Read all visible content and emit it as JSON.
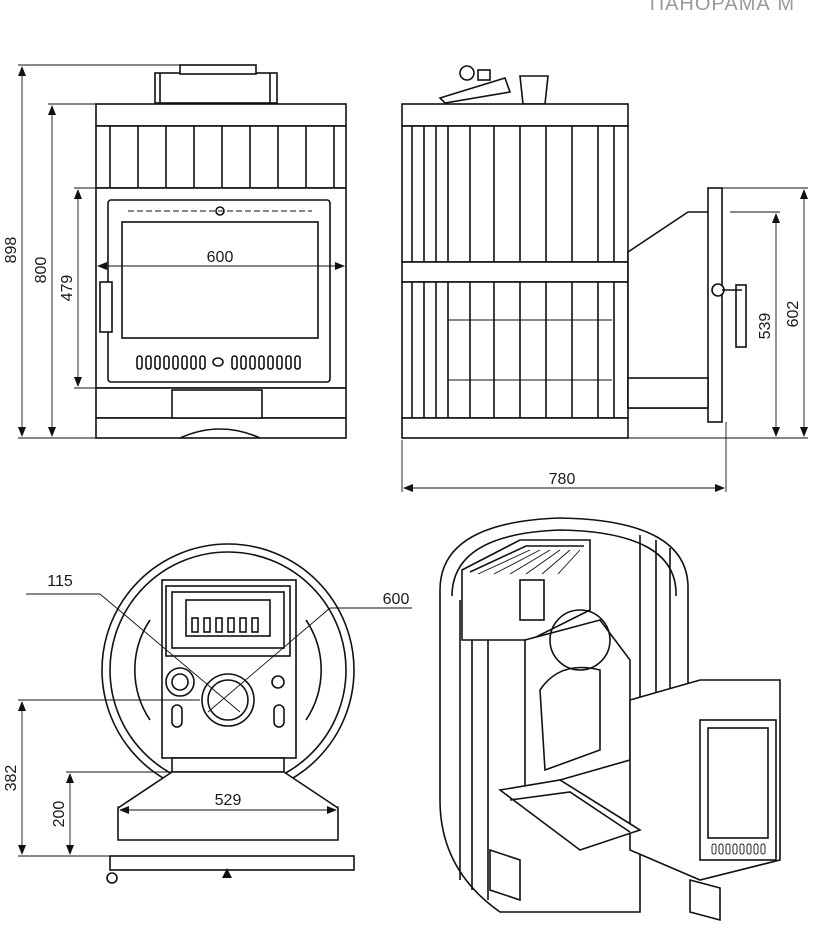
{
  "title": "ПАНОРАМА М",
  "dimensions": {
    "front_height_total": "898",
    "front_height_body": "800",
    "front_door_height": "479",
    "front_door_width": "600",
    "side_length": "780",
    "side_tunnel_height": "602",
    "side_door_height": "539",
    "top_115": "115",
    "top_600": "600",
    "top_382": "382",
    "top_200": "200",
    "top_529": "529"
  }
}
